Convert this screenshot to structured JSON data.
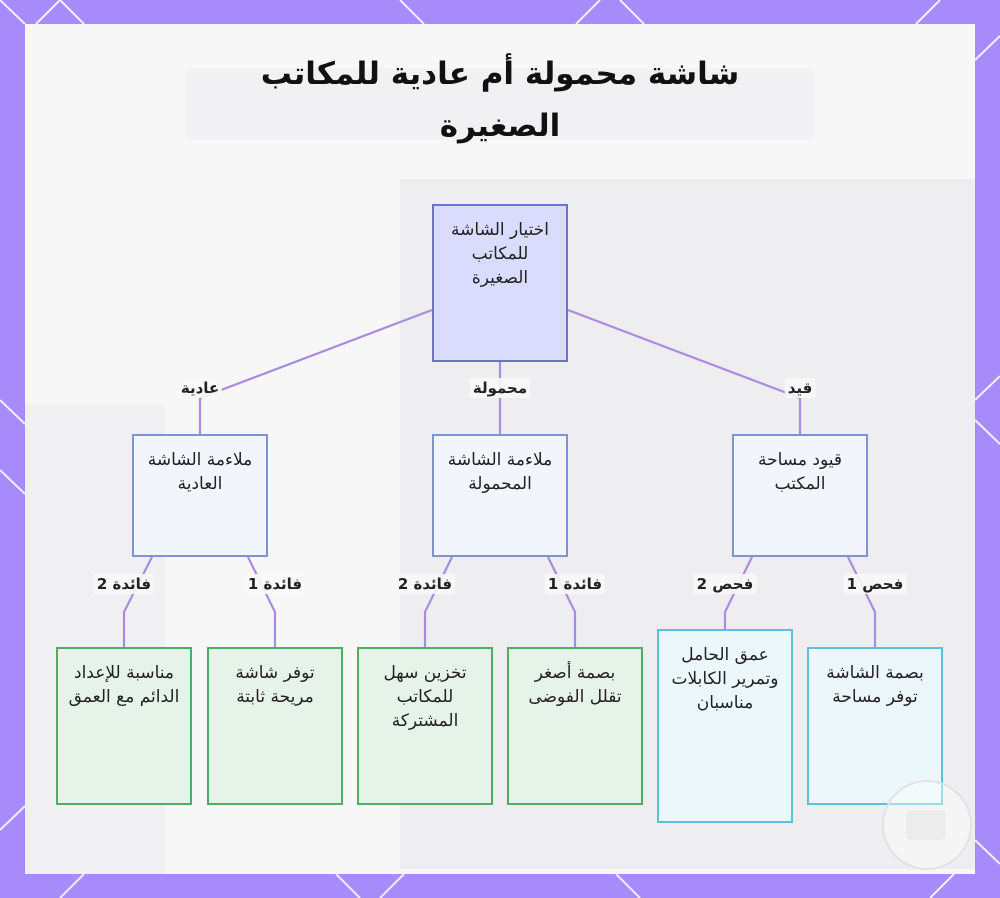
{
  "title": "شاشة محمولة أم عادية للمكاتب الصغيرة",
  "nodes": {
    "root": "اختيار الشاشة للمكاتب الصغيرة",
    "regular": "ملاءمة الشاشة العادية",
    "portable": "ملاءمة الشاشة المحمولة",
    "constraints": "قيود مساحة المكتب",
    "regular_b2": "مناسبة للإعداد الدائم مع العمق",
    "regular_b1": "توفر شاشة مريحة ثابتة",
    "portable_b2": "تخزين سهل للمكاتب المشتركة",
    "portable_b1": "بصمة أصغر تقلل الفوضى",
    "check2": "عمق الحامل وتمرير الكابلات مناسبان",
    "check1": "بصمة الشاشة توفر مساحة"
  },
  "edge_labels": {
    "regular": "عادية",
    "portable": "محمولة",
    "constraints": "قيد",
    "regular_b2": "فائدة 2",
    "regular_b1": "فائدة 1",
    "portable_b2": "فائدة 2",
    "portable_b1": "فائدة 1",
    "check2": "فحص 2",
    "check1": "فحص 1"
  },
  "colors": {
    "frame": "#a78bfa",
    "edge": "#a98be0",
    "root_fill": "#d9dcfd",
    "green_fill": "#e6f3e8",
    "cyan_fill": "#ebf7fb"
  }
}
